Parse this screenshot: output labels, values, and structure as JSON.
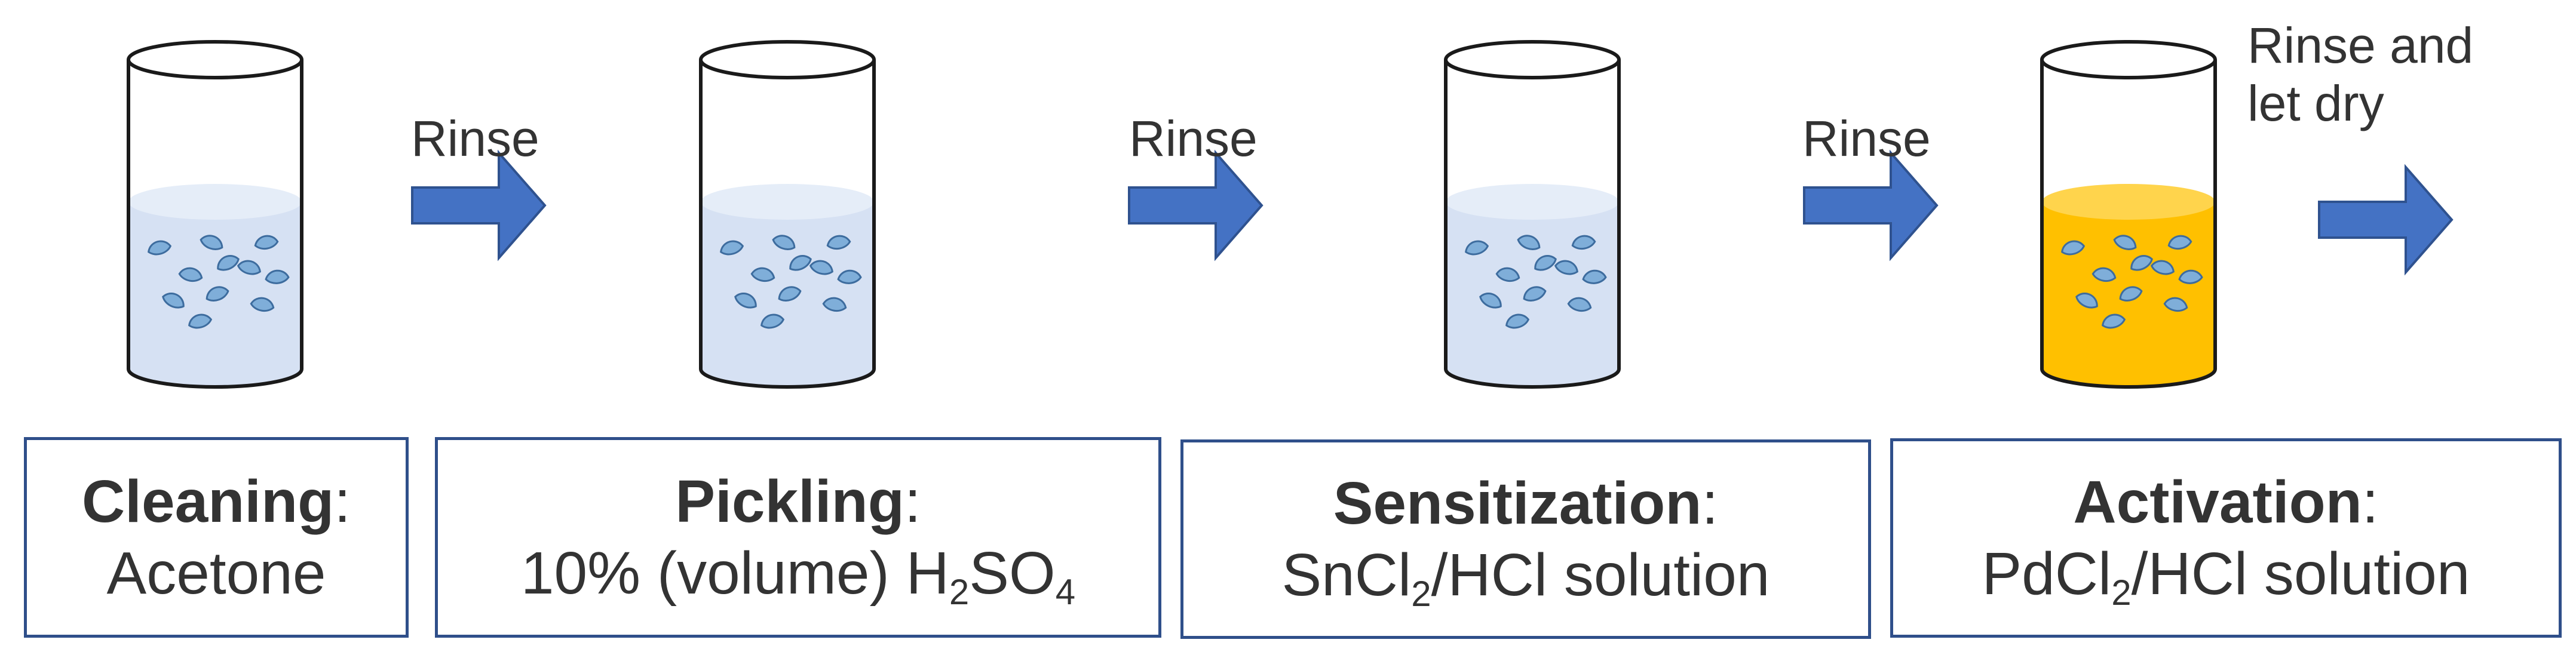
{
  "colors": {
    "clear_solution": "#D6E1F3",
    "clear_surface": "#E5EDF8",
    "activation_solution": "#FFC000",
    "activation_surface": "#FFD44C",
    "arrow": "#4472C4",
    "box_border": "#2F4F8A",
    "beaker_outline": "#1A1A1A",
    "sample": "#7FAED9"
  },
  "steps": [
    {
      "title": "Cleaning",
      "colon": ":",
      "detail": {
        "main": "Acetone"
      }
    },
    {
      "title": "Pickling",
      "colon": ":",
      "detail": {
        "pre": "10% (volume) H",
        "sub1": "2",
        "mid": "SO",
        "sub2": "4"
      }
    },
    {
      "title": "Sensitization",
      "colon": ":",
      "detail": {
        "pre": "SnCl",
        "sub1": "2",
        "post": "/HCl solution"
      }
    },
    {
      "title": "Activation",
      "colon": ":",
      "detail": {
        "pre": "PdCl",
        "sub1": "2",
        "post": "/HCl solution"
      }
    }
  ],
  "transitions": [
    {
      "line1": "Rinse"
    },
    {
      "line1": "Rinse"
    },
    {
      "line1": "Rinse"
    },
    {
      "line1": "Rinse and",
      "line2": "let dry"
    }
  ]
}
